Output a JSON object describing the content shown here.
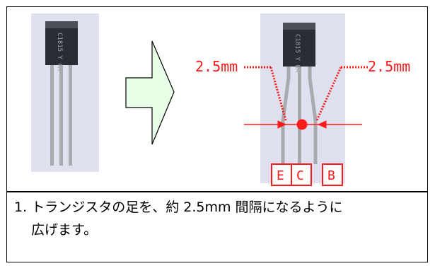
{
  "figure": {
    "left_dimension": "2.5mm",
    "right_dimension": "2.5mm",
    "pin_labels": [
      "E",
      "C",
      "B"
    ],
    "transistor_marking_left": "C1815 Y 6A",
    "transistor_marking_right": "C1815 Y 6A",
    "accent_color": "#ff1a1a",
    "arrow_color": "#e6ffe6"
  },
  "caption": {
    "number": "1.",
    "line1": "トランジスタの足を、約 2.5mm 間隔になるように",
    "line2": "広げます。"
  }
}
